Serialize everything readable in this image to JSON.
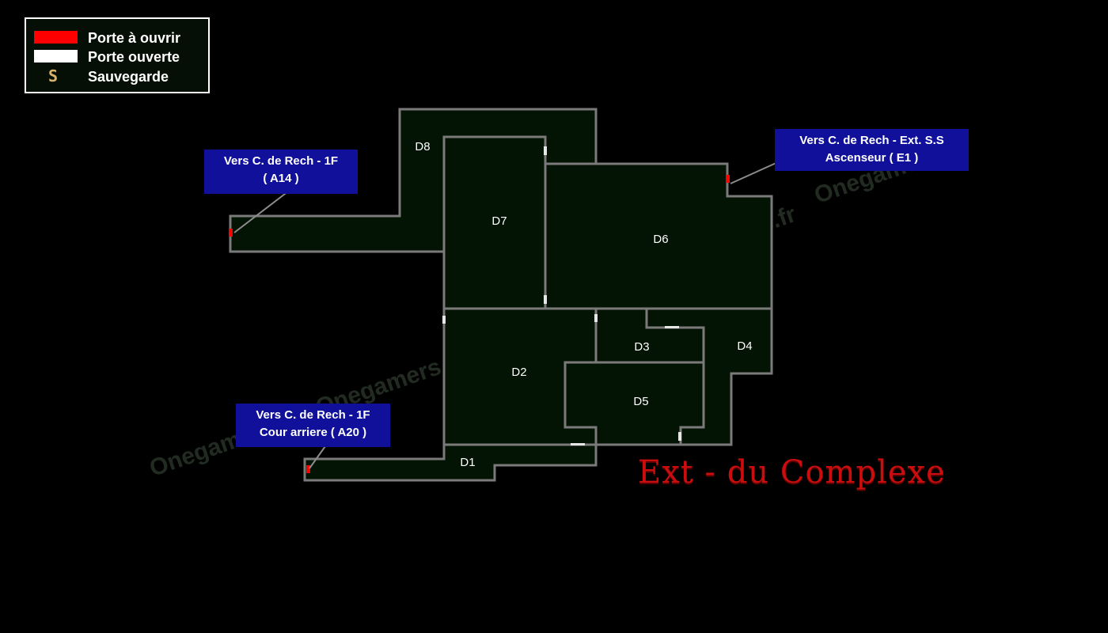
{
  "legend": {
    "items": [
      {
        "label": "Porte à ouvrir",
        "color": "#ff0000",
        "icon": "red-door-swatch"
      },
      {
        "label": "Porte ouverte",
        "color": "#ffffff",
        "icon": "white-door-swatch"
      },
      {
        "label": "Sauvegarde",
        "symbol": "S",
        "icon": "save-icon"
      }
    ]
  },
  "rooms": [
    {
      "id": "D1",
      "label": "D1"
    },
    {
      "id": "D2",
      "label": "D2"
    },
    {
      "id": "D3",
      "label": "D3"
    },
    {
      "id": "D4",
      "label": "D4"
    },
    {
      "id": "D5",
      "label": "D5"
    },
    {
      "id": "D6",
      "label": "D6"
    },
    {
      "id": "D7",
      "label": "D7"
    },
    {
      "id": "D8",
      "label": "D8"
    }
  ],
  "callouts": {
    "a14": {
      "line1": "Vers C. de Rech - 1F",
      "line2": "( A14 )"
    },
    "e1": {
      "line1": "Vers C. de Rech - Ext. S.S",
      "line2": "Ascenseur ( E1 )"
    },
    "a20": {
      "line1": "Vers C. de Rech - 1F",
      "line2": "Cour arriere ( A20 )"
    }
  },
  "map_title": "Ext - du Complexe",
  "watermark": "Onegamers.fr",
  "colors": {
    "room_fill": "#041404",
    "wall": "#7a7a7a",
    "door_locked": "#ff0000",
    "door_open": "#ffffff",
    "callout_bg": "#10109a",
    "title": "#cc0d0d"
  }
}
